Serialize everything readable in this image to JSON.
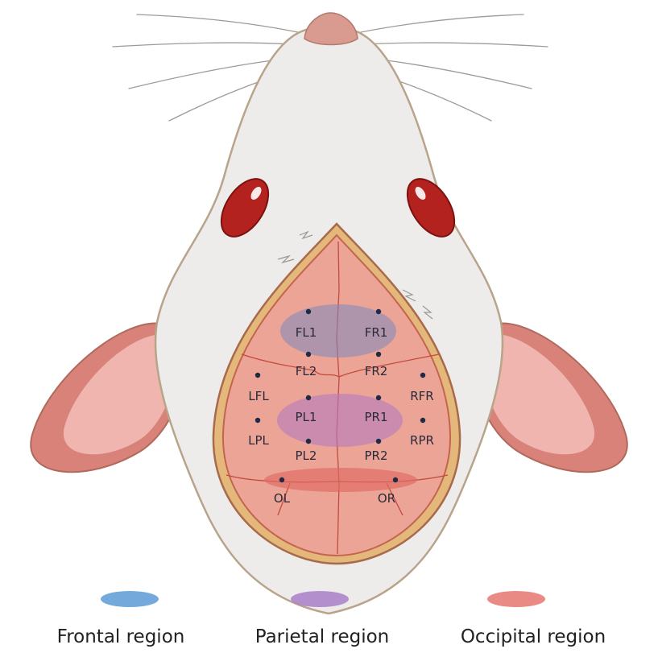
{
  "electrodes": [
    {
      "id": "fl1",
      "label": "FL1"
    },
    {
      "id": "fr1",
      "label": "FR1"
    },
    {
      "id": "fl2",
      "label": "FL2"
    },
    {
      "id": "fr2",
      "label": "FR2"
    },
    {
      "id": "lfl",
      "label": "LFL"
    },
    {
      "id": "rfr",
      "label": "RFR"
    },
    {
      "id": "pl1",
      "label": "PL1"
    },
    {
      "id": "pr1",
      "label": "PR1"
    },
    {
      "id": "lpl",
      "label": "LPL"
    },
    {
      "id": "rpr",
      "label": "RPR"
    },
    {
      "id": "pl2",
      "label": "PL2"
    },
    {
      "id": "pr2",
      "label": "PR2"
    },
    {
      "id": "ol",
      "label": "OL"
    },
    {
      "id": "or",
      "label": "OR"
    }
  ],
  "legend": [
    {
      "label": "Frontal region",
      "color": "#5b9bd5"
    },
    {
      "label": "Parietal region",
      "color": "#a97fc8"
    },
    {
      "label": "Occipital region",
      "color": "#e6756f"
    }
  ],
  "colors": {
    "fur": "#eeeceb",
    "fur_outline": "#b8a48a",
    "nose": "#d99a8f",
    "eye": "#b3221e",
    "ear_outer": "#d9827a",
    "ear_inner": "#efb5ae",
    "skull": "#eba496",
    "skull_rim": "#c4644f",
    "electrode": "#1f2a44"
  }
}
